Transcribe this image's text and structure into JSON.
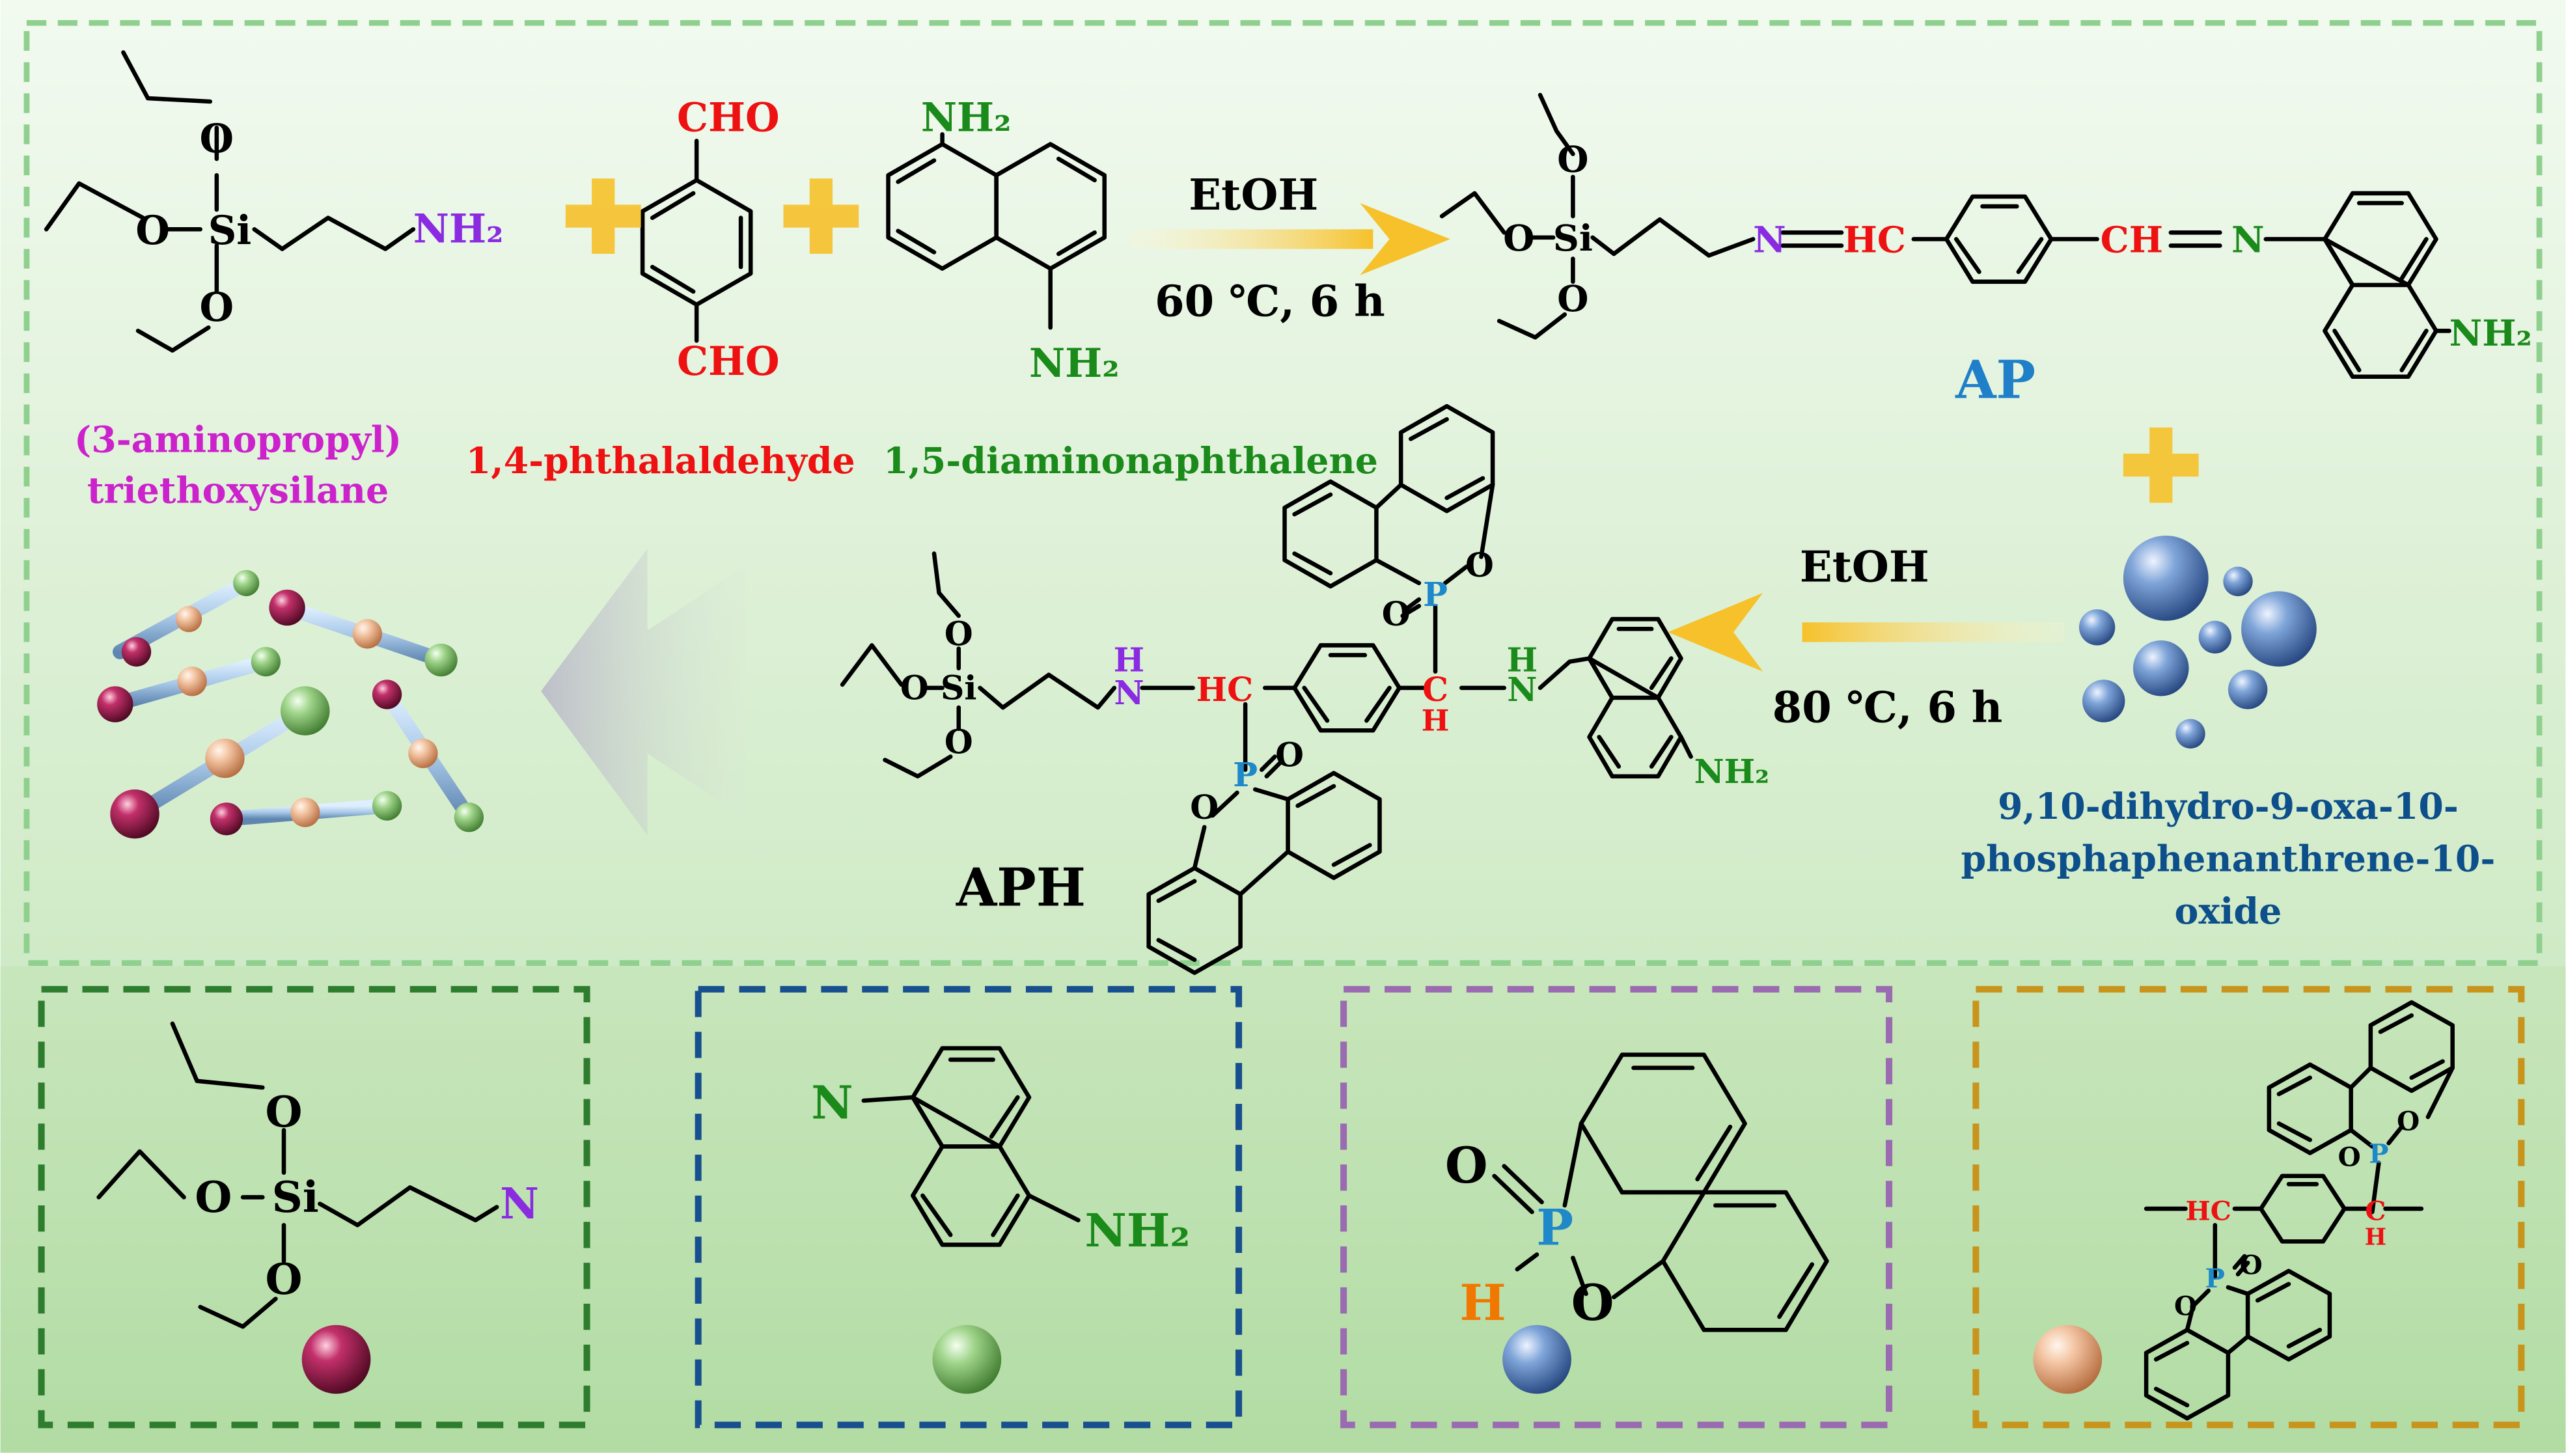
{
  "colors": {
    "magenta": "#cc22cc",
    "purple": "#8a2be2",
    "red": "#ee1111",
    "green": "#1a8a1a",
    "blue": "#1f7fc8",
    "darkblue": "#0d4f8b",
    "phosphorus": "#1e88c8",
    "orange": "#f07800",
    "black": "#000000",
    "box_green": "#2e7d2e",
    "box_blue": "#174f8f",
    "box_purple": "#9a6bb0",
    "box_gold": "#c8941c",
    "outer_dash": "#8fd08f",
    "sphere_maroon": "#a01a4a",
    "sphere_green": "#8ec67a",
    "sphere_blue": "#5b85c2",
    "sphere_peach": "#f0b893",
    "rod": "#a8c8e8"
  },
  "icons": [
    "plus-icon",
    "arrow-icon",
    "sphere-icon",
    "rod-icon",
    "wide-arrow-icon"
  ],
  "atoms": {
    "O": "O",
    "Si": "Si",
    "NH2": "NH₂",
    "N": "N",
    "H": "H",
    "P": "P",
    "CHO": "CHO",
    "HC": "HC",
    "CH": "CH",
    "C": "C"
  },
  "reaction1": {
    "reagent": "EtOH",
    "conditions": "60 ℃, 6 h"
  },
  "reaction2": {
    "reagent": "EtOH",
    "conditions": "80 ℃, 6 h"
  },
  "labels": {
    "aptes": "(3-aminopropyl)\ntriethoxysilane",
    "aptes_line1": "(3-aminopropyl)",
    "aptes_line2": "triethoxysilane",
    "phthal": "1,4-phthalaldehyde",
    "dan": "1,5-diaminonaphthalene",
    "ap": "AP",
    "dopo": "9,10-dihydro-9-oxa-10-\nphosphaphenanthrene-10-\noxide",
    "dopo_line1": "9,10-dihydro-9-oxa-10-",
    "dopo_line2": "phosphaphenanthrene-10-",
    "dopo_line3": "oxide",
    "aph": "APH"
  }
}
